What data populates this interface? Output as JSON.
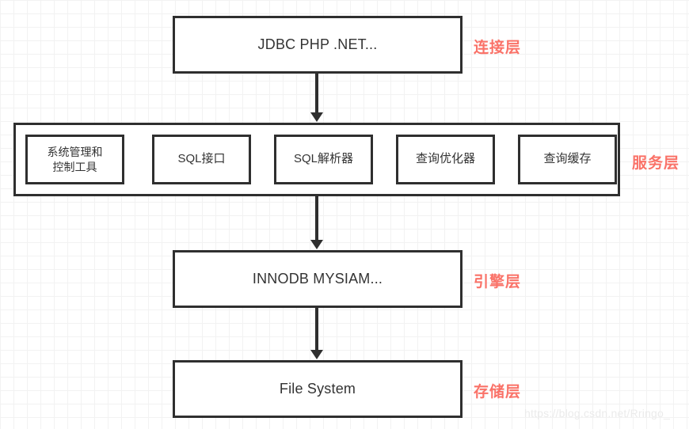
{
  "diagram": {
    "title_layers": [
      "连接层",
      "服务层",
      "引擎层",
      "存储层"
    ],
    "connection_layer": {
      "box_label": "JDBC PHP .NET...",
      "layer_label": "连接层"
    },
    "service_layer": {
      "layer_label": "服务层",
      "boxes": [
        {
          "label": "系统管理和\n控制工具"
        },
        {
          "label": "SQL接口"
        },
        {
          "label": "SQL解析器"
        },
        {
          "label": "查询优化器"
        },
        {
          "label": "查询缓存"
        }
      ]
    },
    "engine_layer": {
      "box_label": "INNODB MYSIAM...",
      "layer_label": "引擎层"
    },
    "storage_layer": {
      "box_label": "File System",
      "layer_label": "存储层"
    },
    "watermark": "https://blog.csdn.net/Rringo_",
    "colors": {
      "box_border": "#2f2f2f",
      "box_fill": "#ffffff",
      "box_text": "#333333",
      "layer_label": "#fa7268",
      "grid_minor": "#f2f2f2",
      "grid_major": "#e6e6e6",
      "watermark": "#ebebeb"
    }
  }
}
